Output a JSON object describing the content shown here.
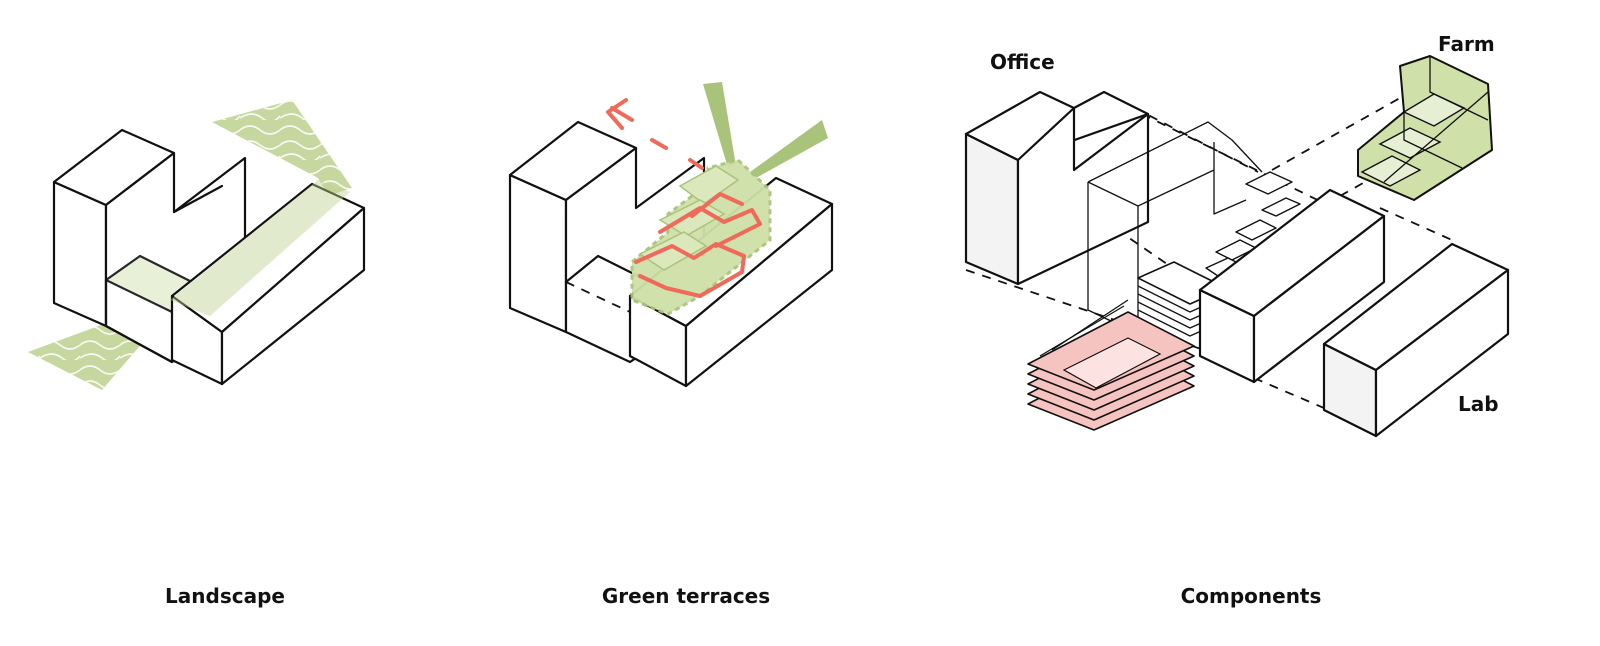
{
  "colors": {
    "landscape_green": "#a9c37a",
    "terrace_green": "#cfe0a8",
    "circulation_red": "#ef6a5a",
    "pink_floor": "#f6c4c0",
    "line": "#111111"
  },
  "panels": [
    {
      "id": "landscape",
      "caption": "Landscape"
    },
    {
      "id": "green-terraces",
      "caption": "Green terraces"
    },
    {
      "id": "components",
      "caption": "Components",
      "labels": {
        "office": "Office",
        "farm": "Farm",
        "lab": "Lab"
      }
    }
  ]
}
